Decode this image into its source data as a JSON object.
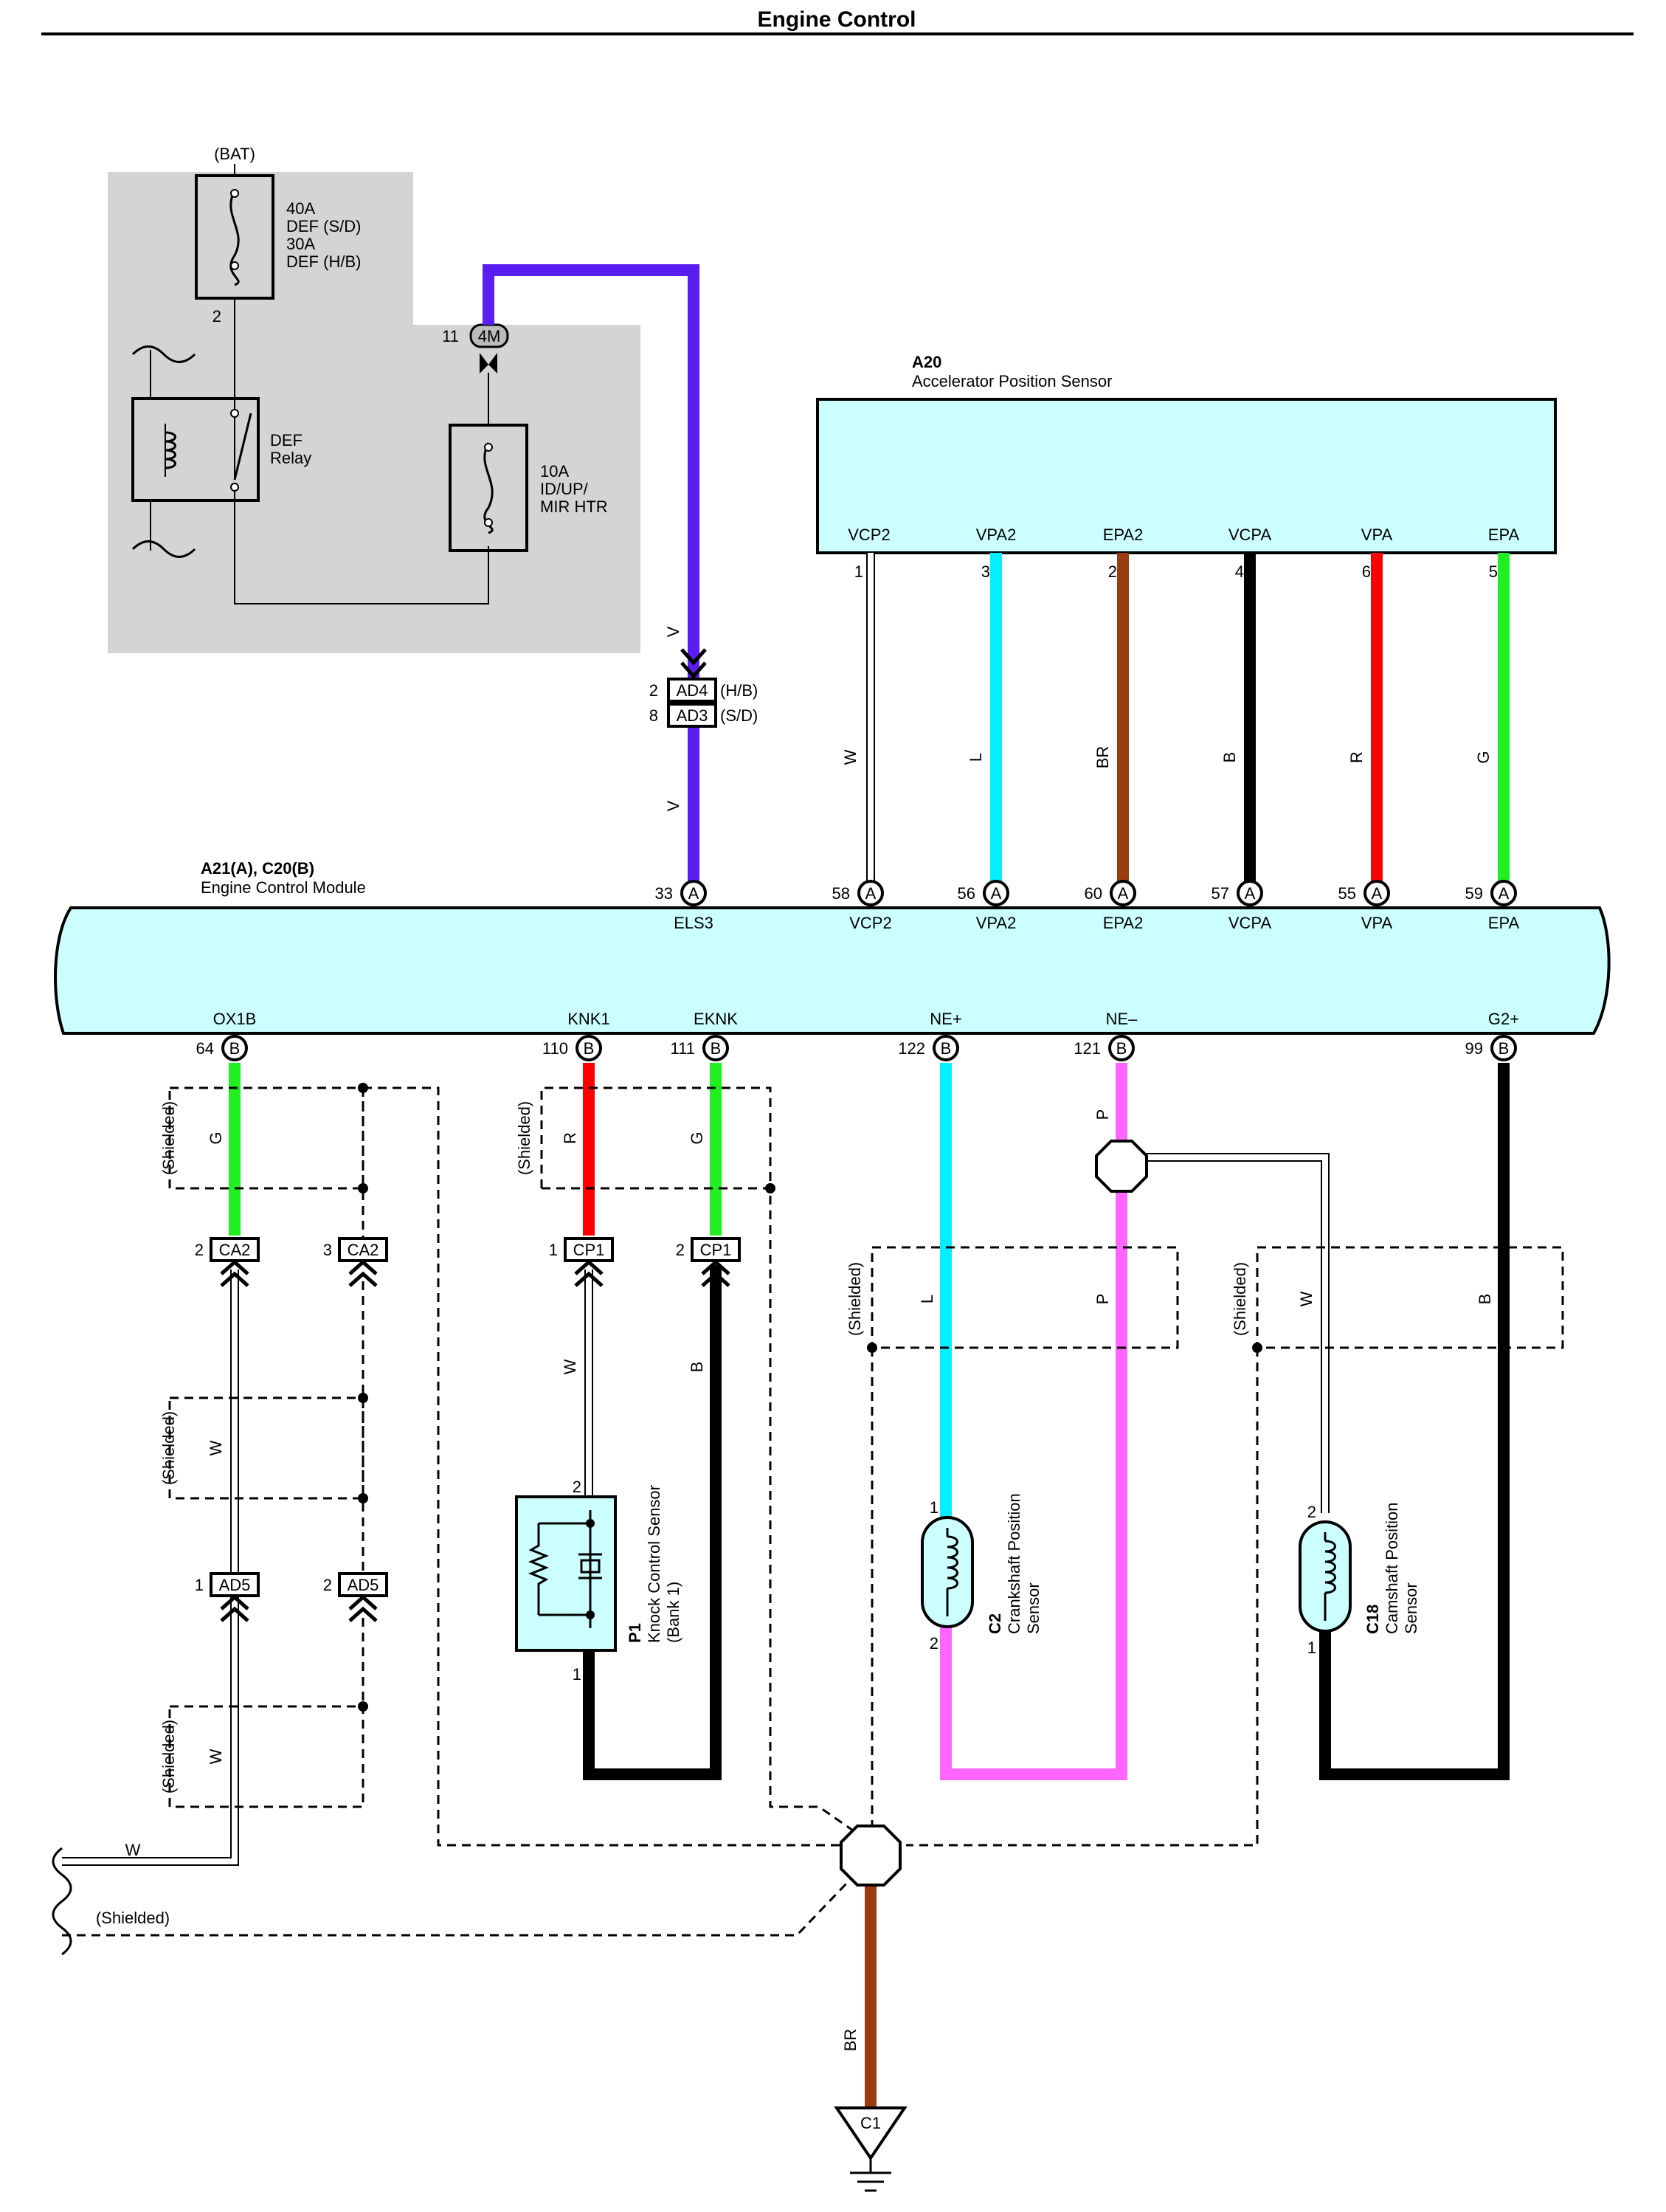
{
  "title": "Engine Control",
  "colors": {
    "violet": "#5a1ef0",
    "sky": "#00f0ff",
    "brown": "#9a3c10",
    "black": "#000000",
    "red": "#ff0000",
    "green": "#20f020",
    "pink": "#ff66ff",
    "module": "#ccffff",
    "shade": "#d4d4d4"
  },
  "power": {
    "bat": "(BAT)",
    "fuse1": [
      "40A",
      "DEF (S/D)",
      "30A",
      "DEF (H/B)"
    ],
    "fuse1_pin": "2",
    "relay": [
      "DEF",
      "Relay"
    ],
    "fuse2": [
      "10A",
      "ID/UP/",
      "MIR HTR"
    ],
    "conn_4m": {
      "pin": "11",
      "name": "4M"
    },
    "wire_v1": "V",
    "wire_v2": "V",
    "ad4": {
      "pin": "2",
      "name": "AD4",
      "note": "(H/B)"
    },
    "ad3": {
      "pin": "8",
      "name": "AD3",
      "note": "(S/D)"
    }
  },
  "a20": {
    "id": "A20",
    "name": "Accelerator Position Sensor",
    "pins": [
      {
        "label": "VCP2",
        "pin": "1",
        "wire": "W"
      },
      {
        "label": "VPA2",
        "pin": "3",
        "wire": "L"
      },
      {
        "label": "EPA2",
        "pin": "2",
        "wire": "BR"
      },
      {
        "label": "VCPA",
        "pin": "4",
        "wire": "B"
      },
      {
        "label": "VPA",
        "pin": "6",
        "wire": "R"
      },
      {
        "label": "EPA",
        "pin": "5",
        "wire": "G"
      }
    ]
  },
  "ecm": {
    "id": "A21(A), C20(B)",
    "name": "Engine Control Module",
    "top_pins": [
      {
        "num": "33",
        "conn": "A",
        "label": "ELS3"
      },
      {
        "num": "58",
        "conn": "A",
        "label": "VCP2"
      },
      {
        "num": "56",
        "conn": "A",
        "label": "VPA2"
      },
      {
        "num": "60",
        "conn": "A",
        "label": "EPA2"
      },
      {
        "num": "57",
        "conn": "A",
        "label": "VCPA"
      },
      {
        "num": "55",
        "conn": "A",
        "label": "VPA"
      },
      {
        "num": "59",
        "conn": "A",
        "label": "EPA"
      }
    ],
    "bottom_pins": [
      {
        "num": "64",
        "conn": "B",
        "label": "OX1B"
      },
      {
        "num": "110",
        "conn": "B",
        "label": "KNK1"
      },
      {
        "num": "111",
        "conn": "B",
        "label": "EKNK"
      },
      {
        "num": "122",
        "conn": "B",
        "label": "NE+"
      },
      {
        "num": "121",
        "conn": "B",
        "label": "NE–"
      },
      {
        "num": "99",
        "conn": "B",
        "label": "G2+"
      }
    ]
  },
  "lower": {
    "shielded": "(Shielded)",
    "wire_g": "G",
    "wire_r": "R",
    "wire_w": "W",
    "wire_b": "B",
    "wire_l": "L",
    "wire_p": "P",
    "wire_br": "BR",
    "ca2a": {
      "pin": "2",
      "name": "CA2"
    },
    "ca2b": {
      "pin": "3",
      "name": "CA2"
    },
    "cp1a": {
      "pin": "1",
      "name": "CP1"
    },
    "cp1b": {
      "pin": "2",
      "name": "CP1"
    },
    "ad5a": {
      "pin": "1",
      "name": "AD5"
    },
    "ad5b": {
      "pin": "2",
      "name": "AD5"
    },
    "p1": {
      "id": "P1",
      "name": [
        "Knock Control Sensor",
        "(Bank 1)"
      ],
      "pin_top": "2",
      "pin_bottom": "1"
    },
    "c2": {
      "id": "C2",
      "name": [
        "Crankshaft Position",
        "Sensor"
      ],
      "pin_top": "1",
      "pin_bottom": "2"
    },
    "c18": {
      "id": "C18",
      "name": [
        "Camshaft Position",
        "Sensor"
      ],
      "pin_top": "2",
      "pin_bottom": "1"
    },
    "ground": "C1",
    "left_w": "W",
    "left_shielded": "(Shielded)"
  }
}
